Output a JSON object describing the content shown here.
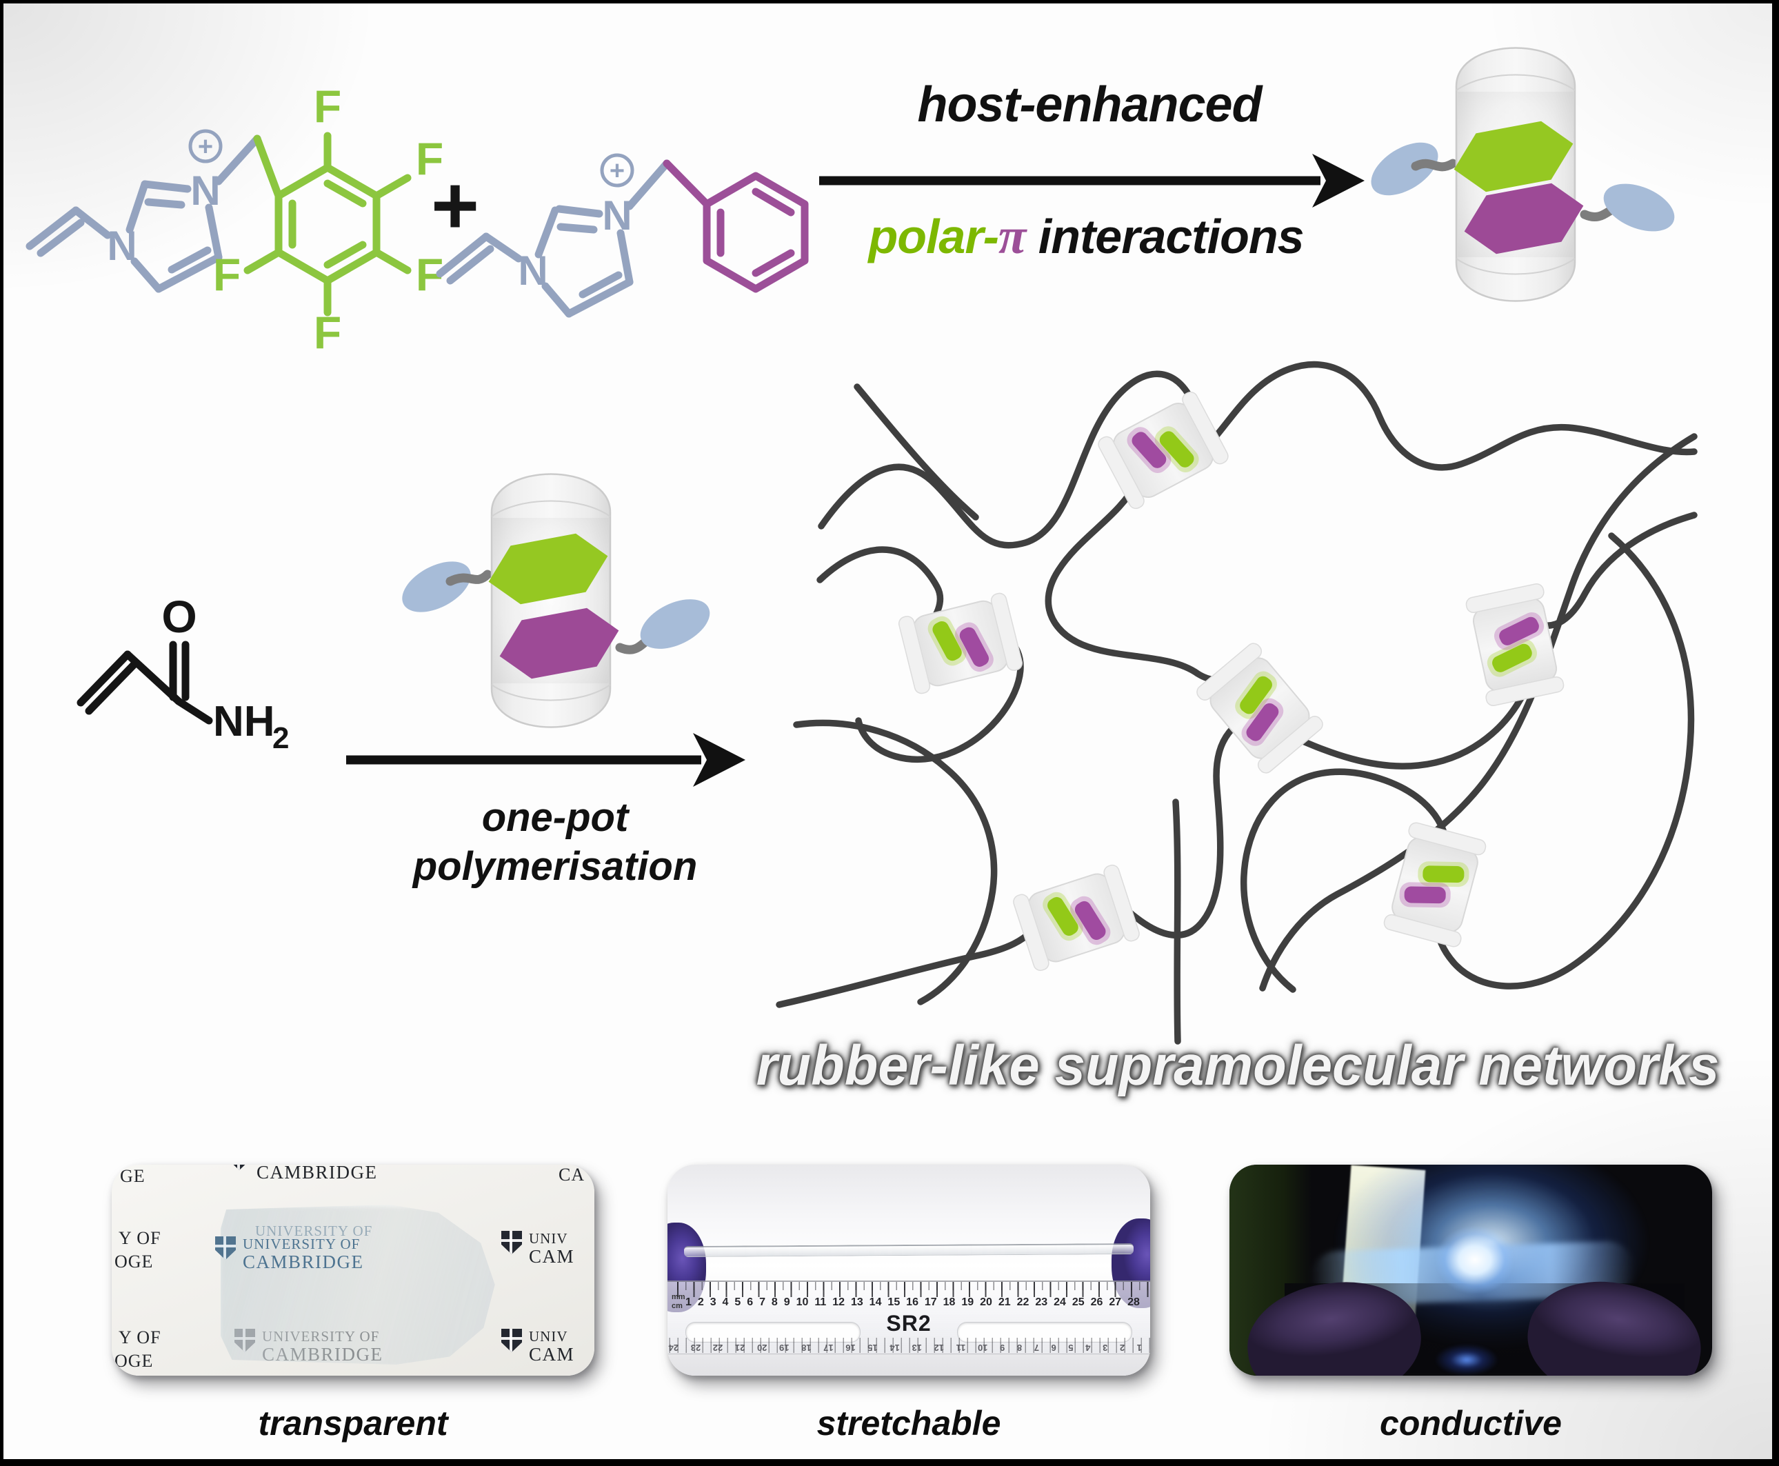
{
  "figure": {
    "caption": "rubber-like supramolecular networks"
  },
  "reaction_top": {
    "plus": "+",
    "arrow_label_top": "host-enhanced",
    "arrow_label_bottom": {
      "polar": "polar-",
      "pi": "π",
      "interactions": " interactions"
    }
  },
  "reaction_bottom": {
    "arrow_label_line1": "one-pot",
    "arrow_label_line2": "polymerisation"
  },
  "atoms": {
    "nitrogen": "N",
    "fluorine": "F",
    "oxygen": "O",
    "amide": "NH",
    "amide_subscript": "2",
    "positive_charge": "+"
  },
  "photos": {
    "transparent": {
      "label": "transparent",
      "letterhead": {
        "line1": "UNIVERSITY OF",
        "line2": "CAMBRIDGE"
      },
      "fragments": {
        "f1": "GE",
        "f2": "Y OF",
        "f3": "OGE",
        "f4": "UNIV",
        "f5": "CAM",
        "f6": "CA"
      }
    },
    "stretchable": {
      "label": "stretchable",
      "ruler": {
        "model": "SR2",
        "unit_top": "mm",
        "unit_bottom": "cm",
        "numbers": "1 2 3 4 5 6 7 8 9 10 11 12 13 14 15 16 17 18 19 20 21 22 23 24 25 26 27 28"
      }
    },
    "conductive": {
      "label": "conductive"
    }
  },
  "colors": {
    "green": "#8cc63f",
    "purple": "#9c4f98",
    "slate_blue": "#94a3bf",
    "strand_gray": "#3f3f3f",
    "ink": "#141414"
  }
}
